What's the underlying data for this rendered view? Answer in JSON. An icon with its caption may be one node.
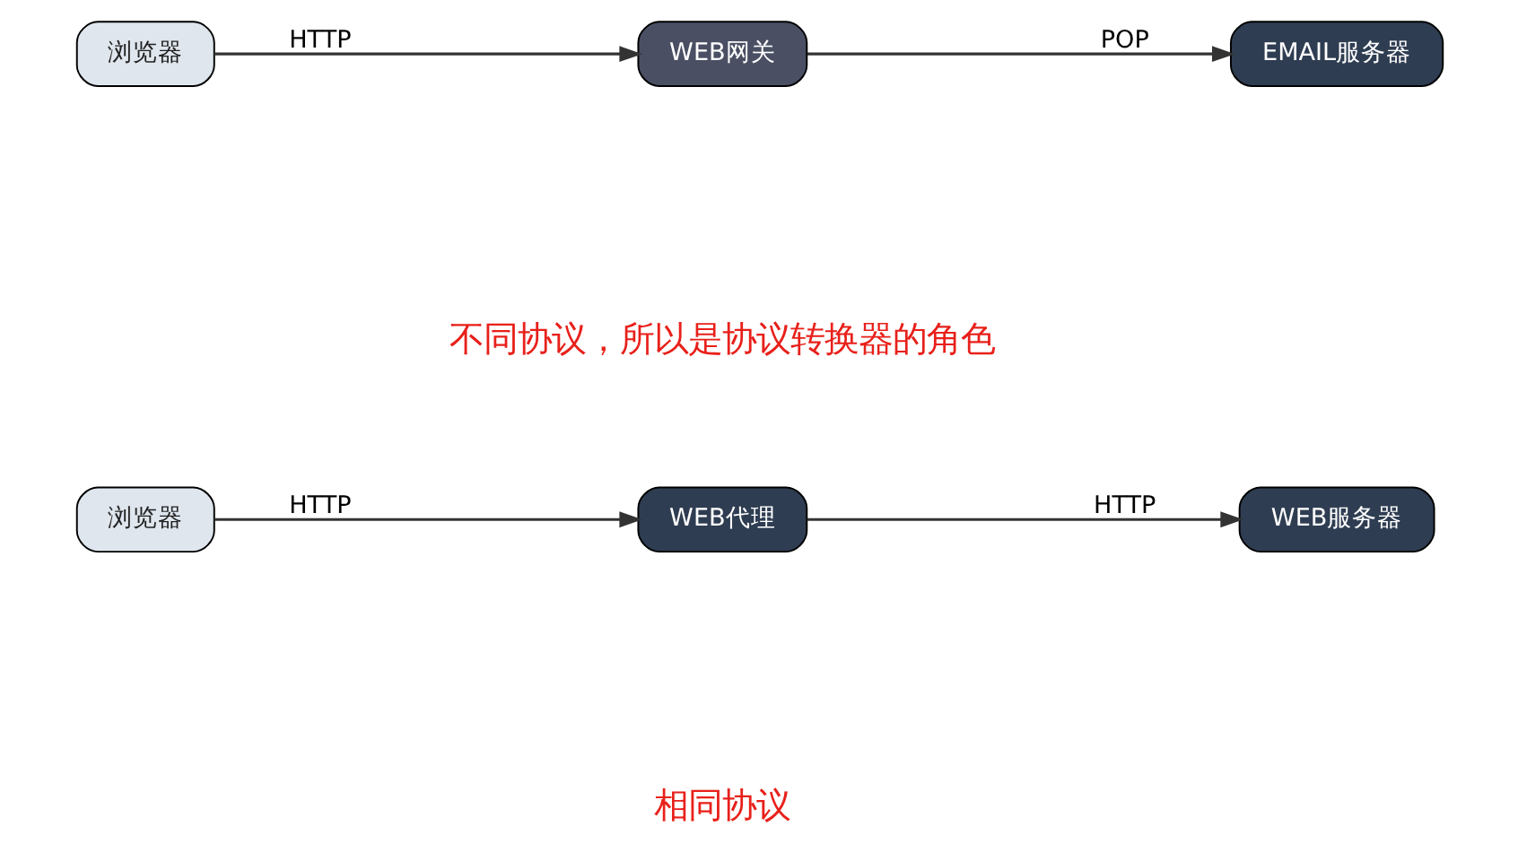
{
  "diagram": {
    "nodes": [
      {
        "text": [
          "浏览器"
        ]
      },
      {
        "text": [
          "WEB代理"
        ]
      },
      {
        "text": [
          "WEB服务器"
        ]
      },
      {
        "text": [
          "浏览器"
        ]
      },
      {
        "text": [
          "WEB网关"
        ]
      },
      {
        "text": [
          "EMAIL服务器"
        ]
      }
    ],
    "edges": [
      {
        "from": 0,
        "to": 1,
        "label": "HTTP",
        "arrow": "to"
      },
      {
        "from": 1,
        "to": 2,
        "label": "HTTP",
        "arrow": "to"
      },
      {
        "from": 3,
        "to": 4,
        "label": "HTTP",
        "arrow": "to"
      },
      {
        "from": 4,
        "to": 5,
        "label": "POP",
        "arrow": "to"
      }
    ],
    "labels": [
      "相同协议",
      "不同协议，所以是协议转换器的角色"
    ]
  }
}
